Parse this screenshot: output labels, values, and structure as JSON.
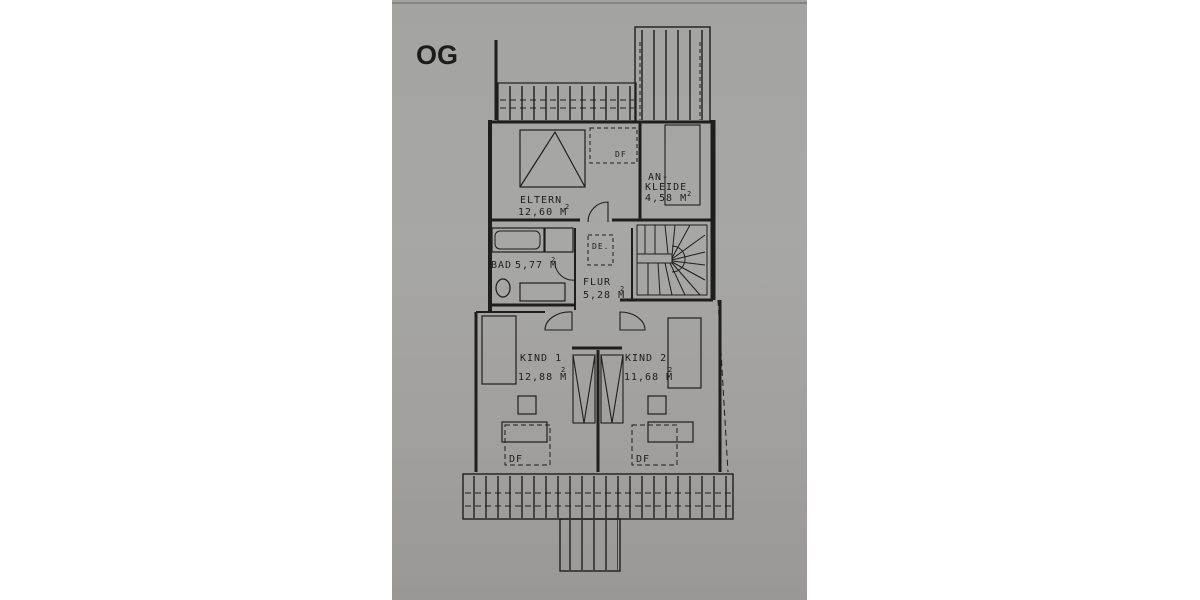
{
  "document": {
    "floor_label": "OG",
    "type": "floor-plan"
  },
  "rooms": [
    {
      "id": "eltern",
      "name": "ELTERN",
      "area": "12,60 M",
      "unit_sup": "2"
    },
    {
      "id": "ankleide",
      "name_line1": "AN-",
      "name_line2": "KLEIDE",
      "area": "4,58 M",
      "unit_sup": "2"
    },
    {
      "id": "bad",
      "name": "BAD",
      "area": "5,77 M",
      "unit_sup": "2"
    },
    {
      "id": "flur",
      "name": "FLUR",
      "area": "5,28 M",
      "unit_sup": "2"
    },
    {
      "id": "kind1",
      "name": "KIND 1",
      "area": "12,88 M",
      "unit_sup": "2"
    },
    {
      "id": "kind2",
      "name": "KIND 2",
      "area": "11,68 M",
      "unit_sup": "2"
    }
  ],
  "annotations": {
    "df_eltern": "DF",
    "de_flur": "DE.",
    "df_kind1": "DF",
    "df_kind2": "DF"
  },
  "colors": {
    "paper": "#a5a5a1",
    "ink": "#1e1e1e",
    "background": "#ffffff"
  }
}
